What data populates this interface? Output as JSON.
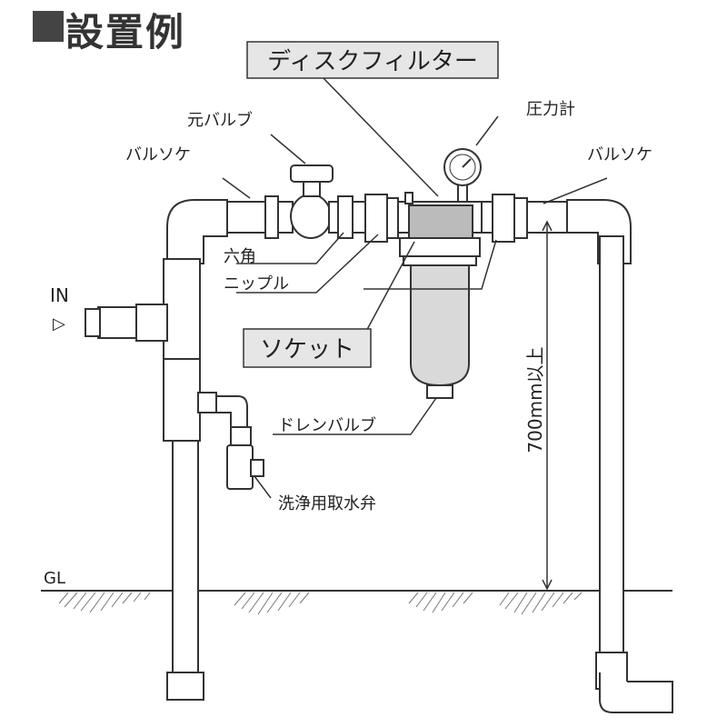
{
  "title": "設置例",
  "labels": {
    "disc_filter": "ディスクフィルター",
    "pressure_gauge": "圧力計",
    "main_valve": "元バルブ",
    "valve_socket_left": "バルソケ",
    "valve_socket_right": "バルソケ",
    "hex_nipple_line1": "六角",
    "hex_nipple_line2": "ニップル",
    "socket": "ソケット",
    "drain_valve": "ドレンバルブ",
    "wash_faucet": "洗浄用取水弁",
    "height_note": "700mm以上",
    "inlet": "IN",
    "inlet_arrow": "▷",
    "ground_level": "GL"
  },
  "colors": {
    "pipe_fill": "#ffffff",
    "pipe_stroke": "#333333",
    "filter_bowl": "#d9d9d9",
    "label_box_fill": "#e6e6e6",
    "ground_hatch": "#777777"
  }
}
